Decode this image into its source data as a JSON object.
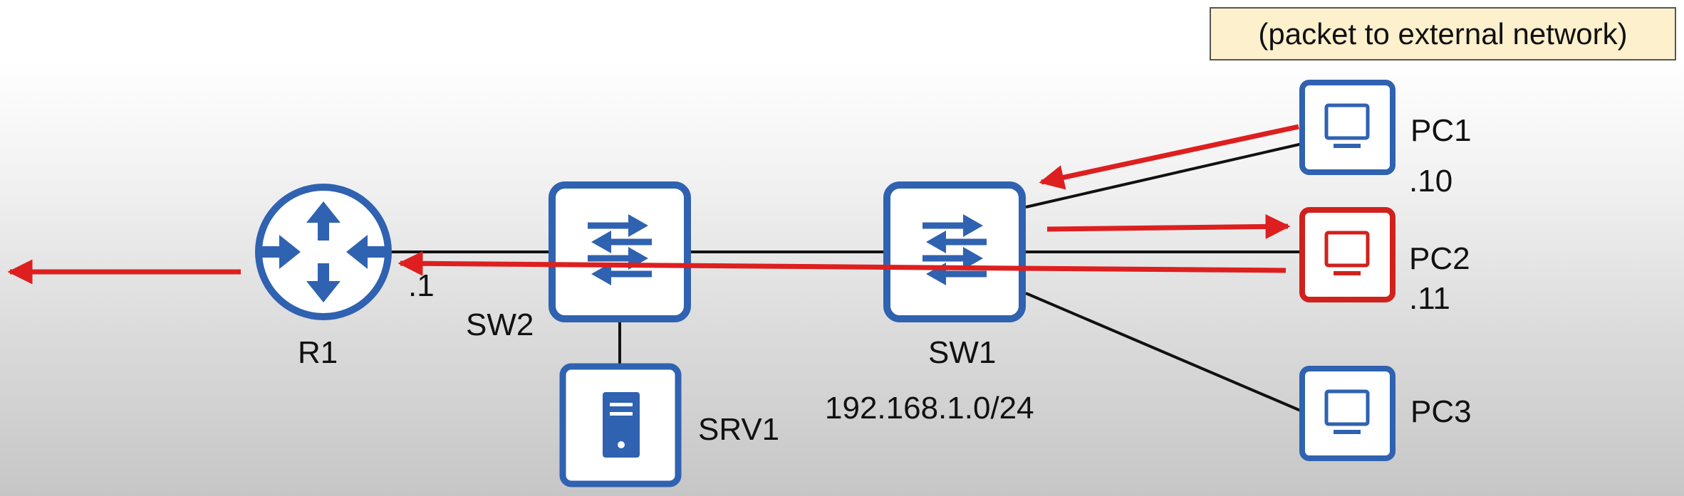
{
  "callout": {
    "text": "(packet to external network)"
  },
  "devices": {
    "r1": {
      "name": "R1",
      "iface": ".1",
      "icon": "router-icon"
    },
    "sw2": {
      "name": "SW2",
      "icon": "switch-icon"
    },
    "sw1": {
      "name": "SW1",
      "icon": "switch-icon"
    },
    "srv1": {
      "name": "SRV1",
      "icon": "server-icon"
    },
    "pc1": {
      "name": "PC1",
      "ip": ".10",
      "icon": "pc-icon"
    },
    "pc2": {
      "name": "PC2",
      "ip": ".11",
      "icon": "pc-icon"
    },
    "pc3": {
      "name": "PC3",
      "icon": "pc-icon"
    }
  },
  "network": {
    "subnet": "192.168.1.0/24"
  },
  "colors": {
    "device_blue": "#2f62b0",
    "highlight_red": "#d0221c",
    "arrow_red": "#dd1f1f",
    "link_black": "#111111",
    "callout_bg": "#fdf0cc"
  }
}
